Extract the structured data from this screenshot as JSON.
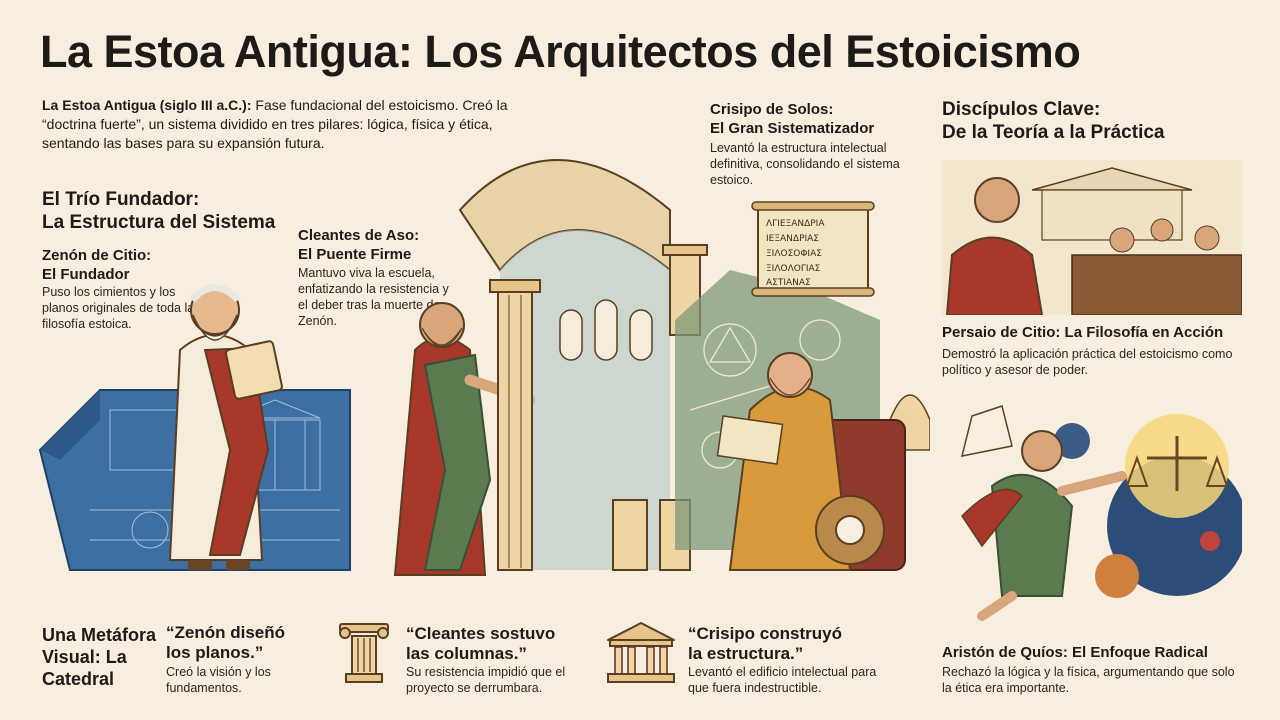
{
  "title": "La Estoa Antigua: Los Arquitectos del Estoicismo",
  "intro": {
    "lead": "La Estoa Antigua (siglo III a.C.):",
    "text": " Fase fundacional del estoicismo. Creó la “doctrina fuerte”, un sistema dividido en tres pilares: lógica, física y ética, sentando las bases para su expansión futura."
  },
  "trio": {
    "heading_line1": "El Trío Fundador:",
    "heading_line2": "La Estructura del Sistema"
  },
  "zenon": {
    "name_line1": "Zenón de Citio:",
    "name_line2": "El Fundador",
    "desc": "Puso los cimientos y los planos originales de toda la filosofía estoica."
  },
  "cleantes": {
    "name_line1": "Cleantes de Aso:",
    "name_line2": "El Puente Firme",
    "desc": "Mantuvo viva la escuela, enfatizando la resistencia y el deber tras la muerte de Zenón."
  },
  "crisipo": {
    "name_line1": "Crisipo de Solos:",
    "name_line2": "El Gran Sistematizador",
    "desc": "Levantó la estructura intelectual definitiva, consolidando el sistema estoico."
  },
  "disciples": {
    "heading_line1": "Discípulos Clave:",
    "heading_line2": "De la Teoría a la Práctica"
  },
  "perseo": {
    "name": "Persaio de Citio: La Filosofía en Acción",
    "desc": "Demostró la aplicación práctica del estoicismo como político y asesor de poder."
  },
  "ariston": {
    "name": "Aristón de Quíos: El Enfoque Radical",
    "desc": "Rechazó la lógica y la física, argumentando que solo la ética era importante."
  },
  "metaphor": {
    "line1": "Una Metáfora",
    "line2": "Visual: La",
    "line3": "Catedral"
  },
  "quotes": [
    {
      "line1": "“Zenón diseñó",
      "line2": "los planos.”",
      "desc": "Creó la visión y los fundamentos."
    },
    {
      "line1": "“Cleantes sostuvo",
      "line2": "las columnas.”",
      "desc": "Su resistencia impidió que el proyecto se derrumbara."
    },
    {
      "line1": "“Crisipo construyó",
      "line2": "la estructura.”",
      "desc": "Levantó el edificio intelectual para que fuera indestructible."
    }
  ],
  "scroll_text": [
    "ΛΓΙΕΞΑΝΔΡΙΑ",
    "ΙΕΞΑΝΔΡΙΑΣ",
    "ΞΙΛΟΣΟΦΙΑΣ",
    "ΞΙΛΟΛΟΓΙΑΣ",
    "ΑΣΤΙΑΝΑΣ"
  ],
  "colors": {
    "background": "#f7eee0",
    "toga_red": "#a8382a",
    "toga_green": "#5b7a4f",
    "robe_gold": "#d99a3c",
    "blueprint": "#2d5a8a",
    "stone": "#e8d7b5"
  }
}
